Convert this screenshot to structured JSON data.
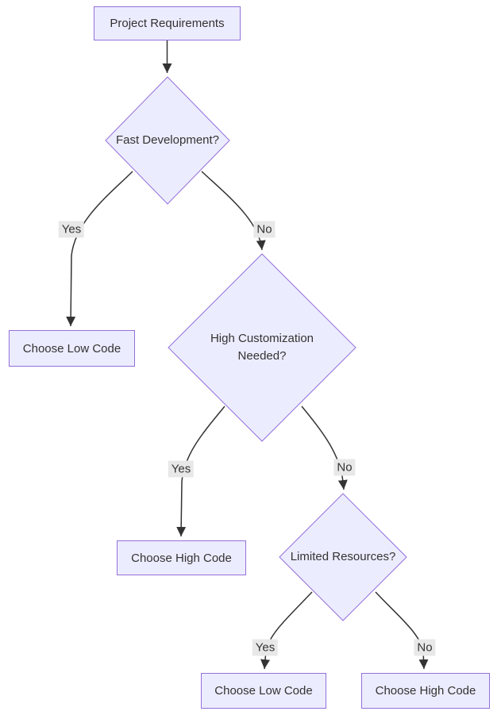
{
  "diagram": {
    "type": "flowchart",
    "direction": "top-down",
    "nodes": [
      {
        "id": "A",
        "shape": "rect",
        "label": "Project Requirements"
      },
      {
        "id": "B",
        "shape": "diamond",
        "label": "Fast Development?"
      },
      {
        "id": "C",
        "shape": "rect",
        "label": "Choose Low Code"
      },
      {
        "id": "D",
        "shape": "diamond",
        "label": "High Customization Needed?"
      },
      {
        "id": "E",
        "shape": "rect",
        "label": "Choose High Code"
      },
      {
        "id": "F",
        "shape": "diamond",
        "label": "Limited Resources?"
      },
      {
        "id": "G",
        "shape": "rect",
        "label": "Choose Low Code"
      },
      {
        "id": "H",
        "shape": "rect",
        "label": "Choose High Code"
      }
    ],
    "edges": [
      {
        "from": "A",
        "to": "B",
        "label": ""
      },
      {
        "from": "B",
        "to": "C",
        "label": "Yes"
      },
      {
        "from": "B",
        "to": "D",
        "label": "No"
      },
      {
        "from": "D",
        "to": "E",
        "label": "Yes"
      },
      {
        "from": "D",
        "to": "F",
        "label": "No"
      },
      {
        "from": "F",
        "to": "G",
        "label": "Yes"
      },
      {
        "from": "F",
        "to": "H",
        "label": "No"
      }
    ]
  },
  "colors": {
    "node_fill": "#ECECFF",
    "node_stroke": "#9370DB",
    "edge_color": "#333333",
    "label_bg": "#e8e8e8",
    "text_color": "#333333",
    "background": "#ffffff"
  }
}
